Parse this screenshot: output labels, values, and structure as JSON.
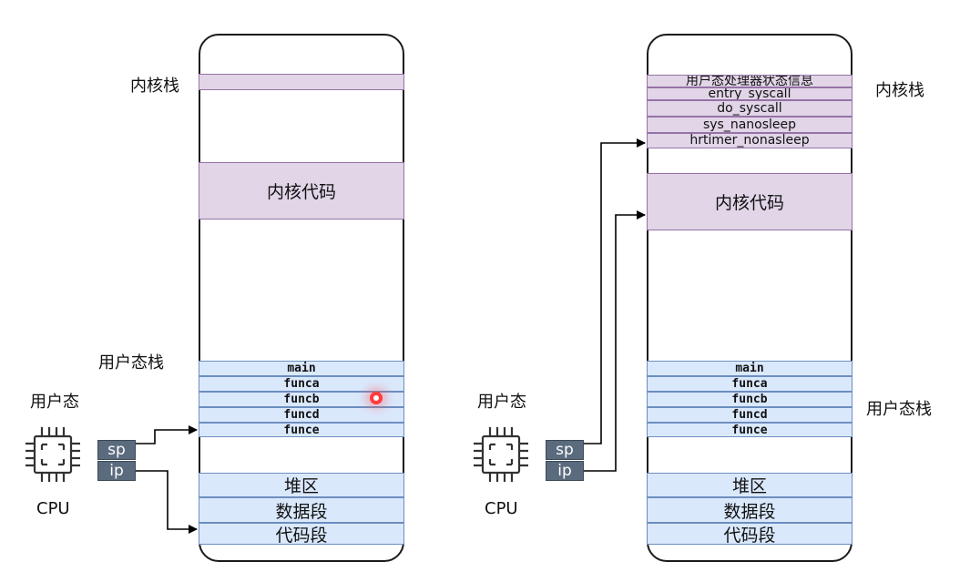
{
  "left": {
    "kernel_stack_label": "内核栈",
    "kernel_code": "内核代码",
    "user_stack_label": "用户态栈",
    "mode_label": "用户态",
    "cpu_label": "CPU",
    "sp": "sp",
    "ip": "ip",
    "stack_frames": [
      "main",
      "funca",
      "funcb",
      "funcd",
      "funce"
    ],
    "heap": "堆区",
    "data_seg": "数据段",
    "code_seg": "代码段"
  },
  "right": {
    "kernel_stack_label": "内核栈",
    "kernel_frames": [
      "用户态处理器状态信息",
      "entry_syscall",
      "do_syscall",
      "sys_nanosleep",
      "hrtimer_nonasleep"
    ],
    "kernel_code": "内核代码",
    "user_stack_label": "用户态栈",
    "mode_label": "用户态",
    "cpu_label": "CPU",
    "sp": "sp",
    "ip": "ip",
    "stack_frames": [
      "main",
      "funca",
      "funcb",
      "funcd",
      "funce"
    ],
    "heap": "堆区",
    "data_seg": "数据段",
    "code_seg": "代码段"
  },
  "colors": {
    "kernel_fill": "#e1d5e7",
    "user_fill": "#dae8fc",
    "register_fill": "#5a6b7d",
    "marker": "#ff3b3b"
  }
}
